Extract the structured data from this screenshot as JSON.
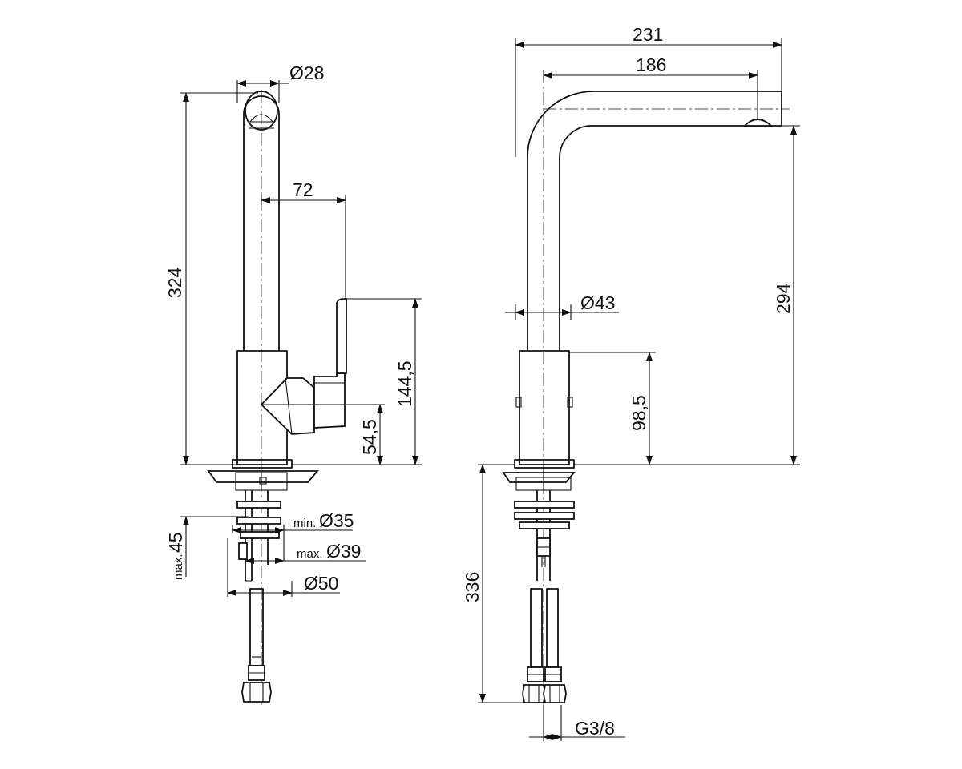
{
  "left_view": {
    "dim_diam_top": "Ø28",
    "dim_height_total": "324",
    "dim_lever_reach": "72",
    "dim_lever_height": "144,5",
    "dim_handle_height": "54,5",
    "dim_worktop_max": "45",
    "dim_worktop_max_prefix": "max.",
    "dim_hole_min": "Ø35",
    "dim_hole_min_prefix": "min.",
    "dim_hole_max": "Ø39",
    "dim_hole_max_prefix": "max.",
    "dim_base_diam": "Ø50"
  },
  "right_view": {
    "dim_projection_total": "231",
    "dim_spout_reach": "186",
    "dim_spout_height": "294",
    "dim_body_diam": "Ø43",
    "dim_body_height": "98,5",
    "dim_hose_length": "336",
    "dim_hose_thread": "G3/8"
  }
}
